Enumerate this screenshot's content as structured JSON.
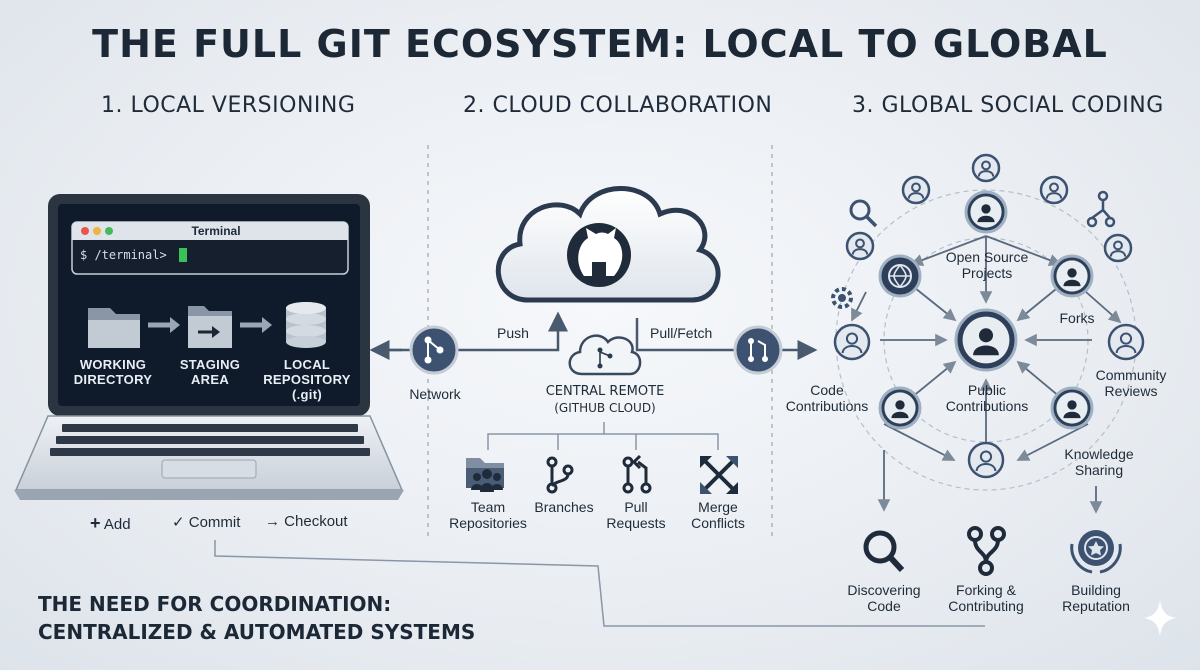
{
  "title": "THE FULL GIT ECOSYSTEM: LOCAL TO GLOBAL",
  "sections": {
    "local": "1. LOCAL VERSIONING",
    "cloud": "2. CLOUD COLLABORATION",
    "global": "3. GLOBAL SOCIAL CODING"
  },
  "terminal": {
    "title": "Terminal",
    "prompt": "$ /terminal>"
  },
  "local_stages": {
    "working_line1": "WORKING",
    "working_line2": "DIRECTORY",
    "staging_line1": "STAGING",
    "staging_line2": "AREA",
    "repo_line1": "LOCAL",
    "repo_line2": "REPOSITORY",
    "repo_line3": "(.git)"
  },
  "commands": {
    "add": "Add",
    "commit": "Commit",
    "checkout": "Checkout"
  },
  "network": {
    "network_label": "Network",
    "push_label": "Push",
    "pull_label": "Pull/Fetch"
  },
  "remote": {
    "title": "CENTRAL REMOTE",
    "subtitle": "(GITHUB CLOUD)"
  },
  "cloud_features": {
    "team_line1": "Team",
    "team_line2": "Repositories",
    "branches": "Branches",
    "pull_line1": "Pull",
    "pull_line2": "Requests",
    "merge_line1": "Merge",
    "merge_line2": "Conflicts"
  },
  "social": {
    "open_source_line1": "Open Source",
    "open_source_line2": "Projects",
    "forks": "Forks",
    "community_line1": "Community",
    "community_line2": "Reviews",
    "code_line1": "Code",
    "code_line2": "Contributions",
    "public_line1": "Public",
    "public_line2": "Contributions",
    "knowledge_line1": "Knowledge",
    "knowledge_line2": "Sharing"
  },
  "outcomes": {
    "discover_line1": "Discovering",
    "discover_line2": "Code",
    "fork_line1": "Forking &",
    "fork_line2": "Contributing",
    "rep_line1": "Building",
    "rep_line2": "Reputation"
  },
  "footer": {
    "line1": "THE NEED FOR COORDINATION:",
    "line2": "CENTRALIZED & AUTOMATED SYSTEMS"
  },
  "colors": {
    "dark_navy": "#1f2f45",
    "node_blue": "#3c5270",
    "screen_bg": "#0f1b2b",
    "accent_green": "#3ac25a"
  }
}
